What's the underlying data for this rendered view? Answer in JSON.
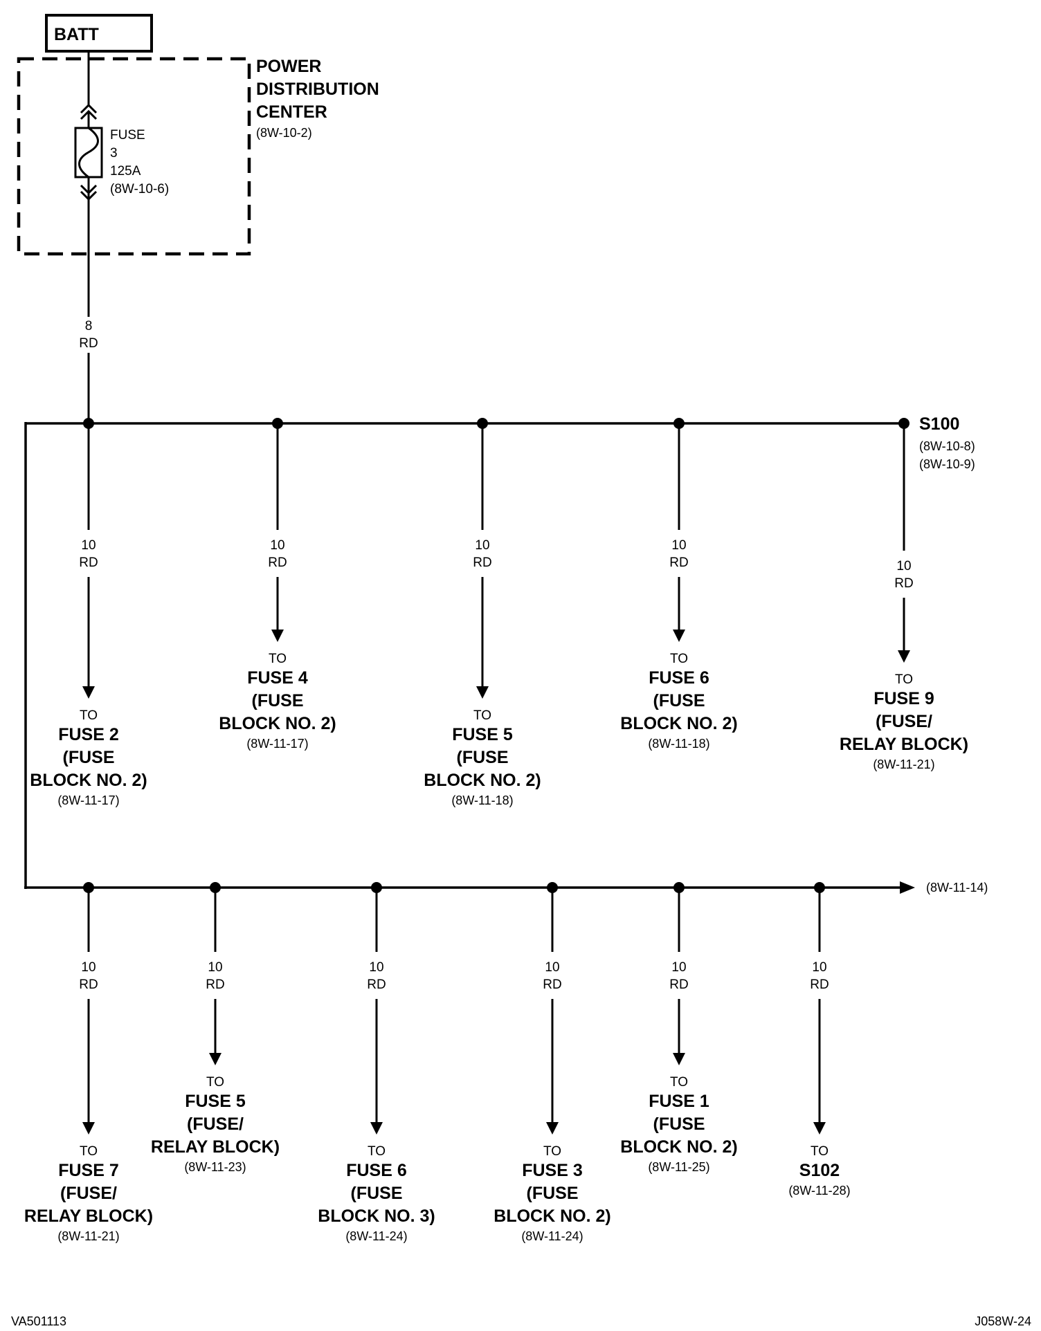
{
  "battery": {
    "label": "BATT"
  },
  "pdc": {
    "title_lines": [
      "POWER",
      "DISTRIBUTION",
      "CENTER"
    ],
    "ref": "(8W-10-2)"
  },
  "fuse": {
    "lines": [
      "FUSE",
      "3",
      "125A",
      "(8W-10-6)"
    ]
  },
  "feed_wire": {
    "gauge": "8",
    "color": "RD"
  },
  "splice": {
    "name": "S100",
    "refs": [
      "(8W-10-8)",
      "(8W-10-9)"
    ]
  },
  "bus_continue_ref": "(8W-11-14)",
  "top_branches": [
    {
      "gauge": "10",
      "color": "RD",
      "to": "TO",
      "lines": [
        "FUSE 2",
        "(FUSE",
        "BLOCK NO. 2)"
      ],
      "ref": "(8W-11-17)"
    },
    {
      "gauge": "10",
      "color": "RD",
      "to": "TO",
      "lines": [
        "FUSE 4",
        "(FUSE",
        "BLOCK NO. 2)"
      ],
      "ref": "(8W-11-17)"
    },
    {
      "gauge": "10",
      "color": "RD",
      "to": "TO",
      "lines": [
        "FUSE 5",
        "(FUSE",
        "BLOCK NO. 2)"
      ],
      "ref": "(8W-11-18)"
    },
    {
      "gauge": "10",
      "color": "RD",
      "to": "TO",
      "lines": [
        "FUSE 6",
        "(FUSE",
        "BLOCK NO. 2)"
      ],
      "ref": "(8W-11-18)"
    },
    {
      "gauge": "10",
      "color": "RD",
      "to": "TO",
      "lines": [
        "FUSE 9",
        "(FUSE/",
        "RELAY BLOCK)"
      ],
      "ref": "(8W-11-21)"
    }
  ],
  "bottom_branches": [
    {
      "gauge": "10",
      "color": "RD",
      "to": "TO",
      "lines": [
        "FUSE 7",
        "(FUSE/",
        "RELAY BLOCK)"
      ],
      "ref": "(8W-11-21)"
    },
    {
      "gauge": "10",
      "color": "RD",
      "to": "TO",
      "lines": [
        "FUSE 5",
        "(FUSE/",
        "RELAY BLOCK)"
      ],
      "ref": "(8W-11-23)"
    },
    {
      "gauge": "10",
      "color": "RD",
      "to": "TO",
      "lines": [
        "FUSE 6",
        "(FUSE",
        "BLOCK NO. 3)"
      ],
      "ref": "(8W-11-24)"
    },
    {
      "gauge": "10",
      "color": "RD",
      "to": "TO",
      "lines": [
        "FUSE 3",
        "(FUSE",
        "BLOCK NO. 2)"
      ],
      "ref": "(8W-11-24)"
    },
    {
      "gauge": "10",
      "color": "RD",
      "to": "TO",
      "lines": [
        "FUSE 1",
        "(FUSE",
        "BLOCK NO. 2)"
      ],
      "ref": "(8W-11-25)"
    },
    {
      "gauge": "10",
      "color": "RD",
      "to": "TO",
      "lines": [
        "S102"
      ],
      "ref": "(8W-11-28)"
    }
  ],
  "footer": {
    "left_code": "VA501113",
    "right_code": "J058W-24"
  }
}
